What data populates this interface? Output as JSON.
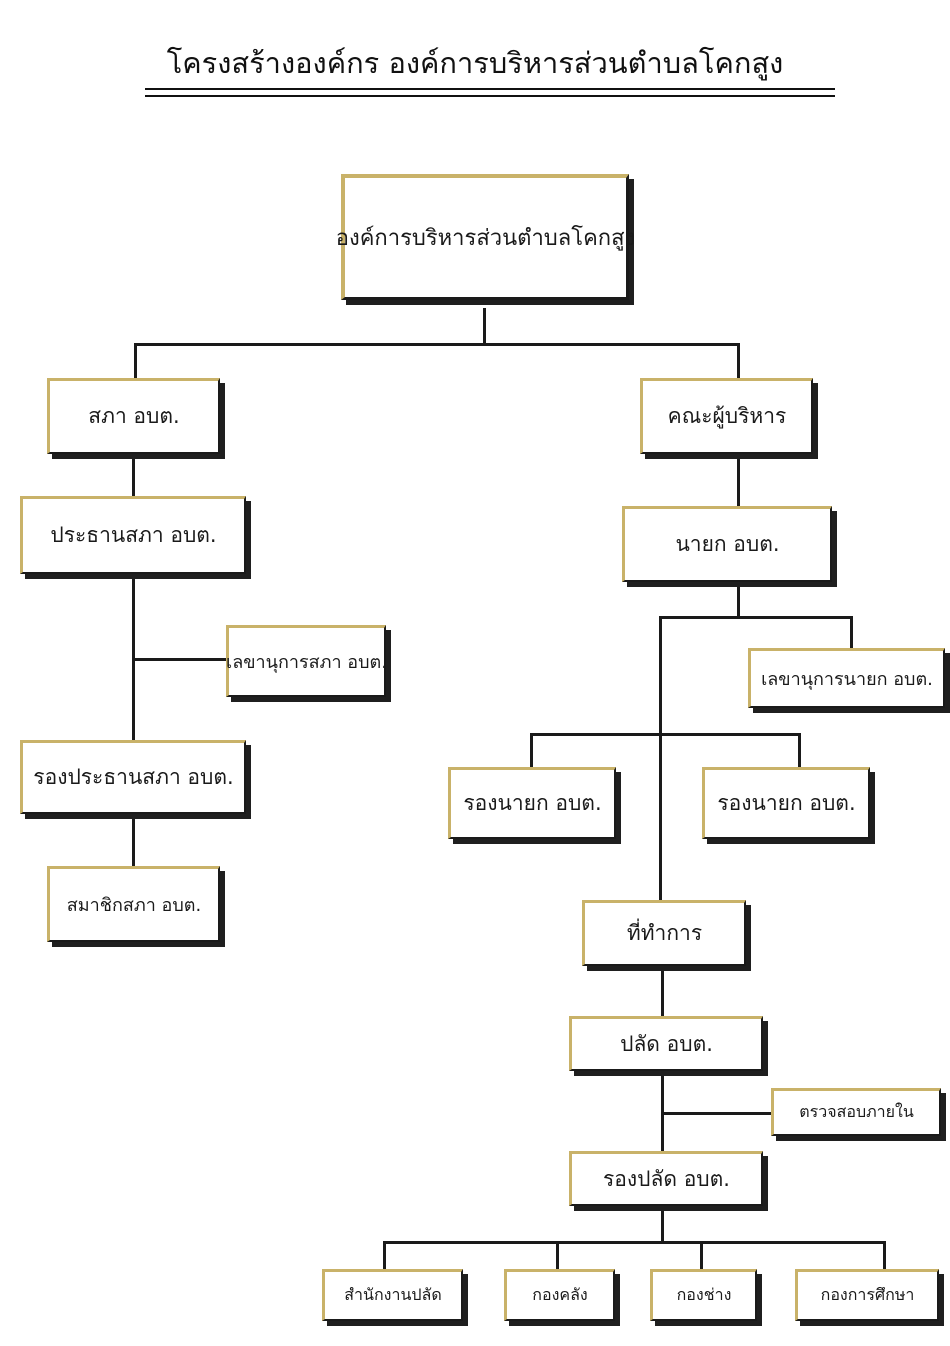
{
  "title": "โครงสร้างองค์กร องค์การบริหารส่วนตำบลโคกสูง",
  "nodes": {
    "root": "องค์การบริหารส่วนตำบลโคกสูง",
    "council": "สภา อบต.",
    "council_president": "ประธานสภา อบต.",
    "council_secretary": "เลขานุการสภา อบต.",
    "council_vice_president": "รองประธานสภา อบต.",
    "council_member": "สมาชิกสภา อบต.",
    "executive_board": "คณะผู้บริหาร",
    "mayor": "นายก อบต.",
    "mayor_secretary": "เลขานุการนายก อบต.",
    "deputy_mayor_1": "รองนายก อบต.",
    "deputy_mayor_2": "รองนายก อบต.",
    "office": "ที่ทำการ",
    "chief_admin": "ปลัด อบต.",
    "internal_audit": "ตรวจสอบภายใน",
    "deputy_chief_admin": "รองปลัด อบต.",
    "dept_office": "สำนักงานปลัด",
    "dept_finance": "กองคลัง",
    "dept_engineering": "กองช่าง",
    "dept_education": "กองการศึกษา"
  }
}
